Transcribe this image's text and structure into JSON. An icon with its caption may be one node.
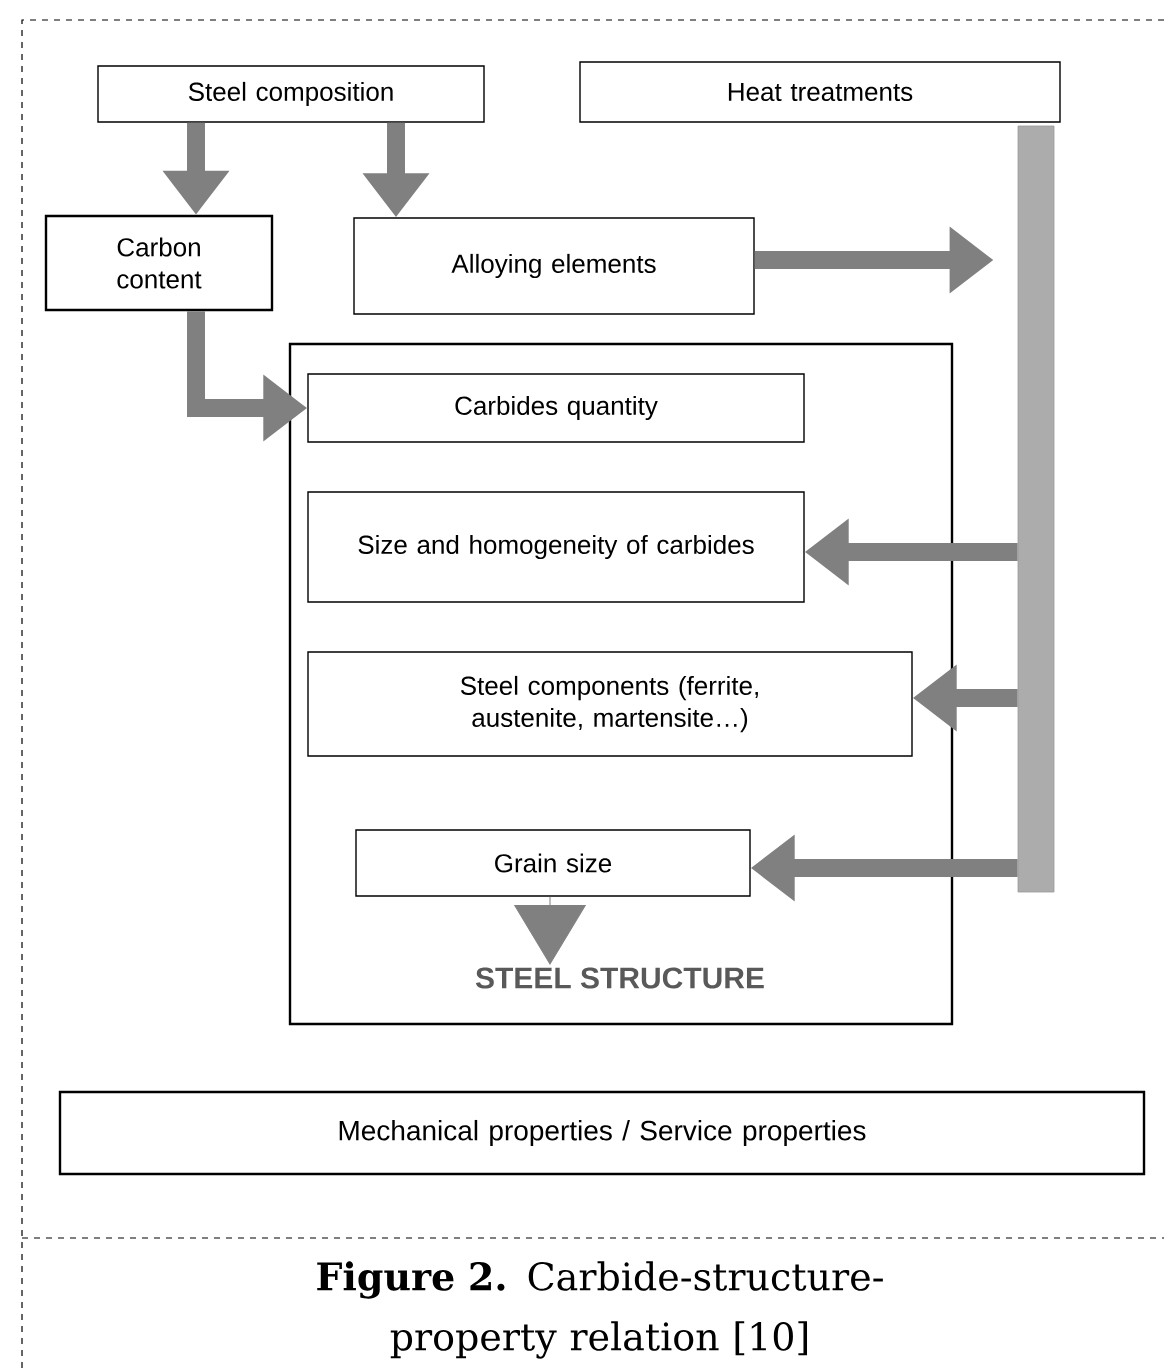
{
  "diagram": {
    "caption": "**Figure 2.** Carbide-structure-property relation [10]",
    "nodes": [
      {
        "text": [
          "Steel composition"
        ]
      },
      {
        "text": [
          "Heat treatments"
        ]
      },
      {
        "text": [],
        "shape": "bar"
      },
      {
        "text": [
          "Carbon content"
        ]
      },
      {
        "text": [
          "Alloying elements"
        ]
      },
      {
        "text": [],
        "shape": "box"
      },
      {
        "text": [
          "Carbides quantity"
        ],
        "in": 5
      },
      {
        "text": [
          "Size and homogeneity of carbides"
        ],
        "in": 5
      },
      {
        "text": [
          "Steel components (ferrite, austenite, martensite…)"
        ],
        "in": 5
      },
      {
        "text": [
          "Grain size"
        ],
        "in": 5
      },
      {
        "text": [
          "STEEL STRUCTURE"
        ],
        "in": 5
      },
      {
        "text": [
          "Mechanical properties / Service properties"
        ]
      }
    ],
    "edges": [
      {
        "from": 0,
        "to": 3,
        "arrow": "to"
      },
      {
        "from": 0,
        "to": 4,
        "arrow": "to"
      },
      {
        "from": 3,
        "to": 6,
        "arrow": "to"
      },
      {
        "from": 4,
        "to": 2,
        "arrow": "to"
      },
      {
        "from": 2,
        "to": 7,
        "arrow": "to"
      },
      {
        "from": 2,
        "to": 8,
        "arrow": "to"
      },
      {
        "from": 2,
        "to": 9,
        "arrow": "to"
      },
      {
        "from": 9,
        "to": 10,
        "arrow": "to"
      }
    ]
  }
}
